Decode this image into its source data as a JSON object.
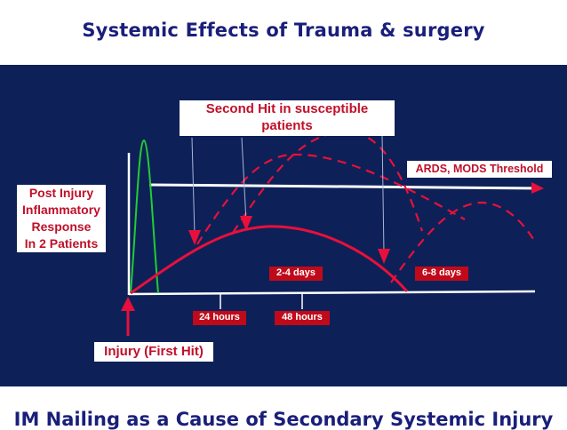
{
  "title": "Systemic Effects of Trauma & surgery",
  "footer": "IM Nailing as a Cause of Secondary Systemic Injury",
  "labels": {
    "second_hit": "Second Hit in susceptible patients",
    "ards": "ARDS, MODS Threshold",
    "response_line1": "Post Injury",
    "response_line2": "Inflammatory",
    "response_line3": "Response",
    "response_line4": "In 2 Patients",
    "injury": "Injury (First Hit)"
  },
  "time_labels": {
    "days_2_4": "2-4 days",
    "days_6_8": "6-8 days",
    "hours_24": "24 hours",
    "hours_48": "48 hours"
  },
  "colors": {
    "panel": "#0d2158",
    "title": "#1a1f7a",
    "curve_red": "#e8103a",
    "spike_green": "#22cc33",
    "axis": "#ffffff",
    "label_text": "#c0102a"
  }
}
